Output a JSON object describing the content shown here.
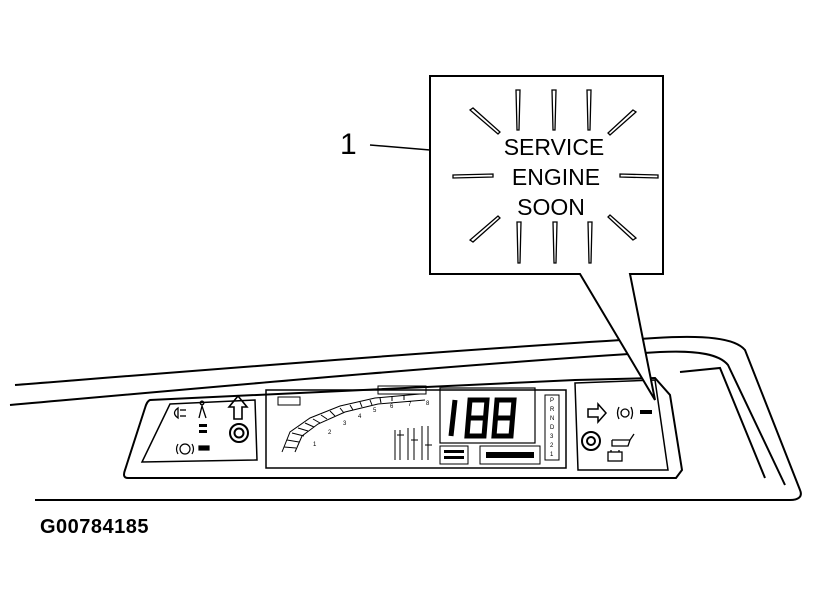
{
  "callout": {
    "number": "1",
    "lines": [
      "SERVICE",
      "ENGINE",
      "SOON"
    ]
  },
  "figure_id": "G00784185",
  "cluster": {
    "speed_display": "188",
    "tach_numbers": [
      "1",
      "2",
      "3",
      "4",
      "5",
      "6",
      "7",
      "8"
    ],
    "gear_letters": [
      "P",
      "R",
      "N",
      "D",
      "3",
      "2",
      "1"
    ]
  }
}
